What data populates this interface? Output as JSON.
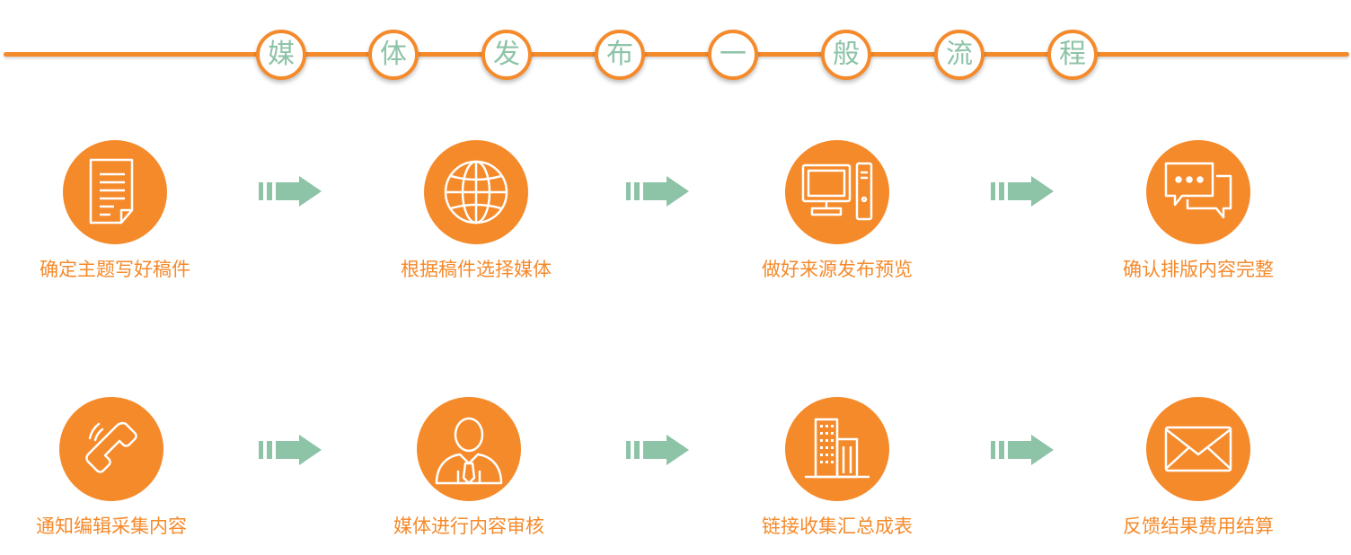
{
  "title": {
    "chars": [
      "媒",
      "体",
      "发",
      "布",
      "一",
      "般",
      "流",
      "程"
    ]
  },
  "steps": [
    {
      "label": "确定主题写好稿件",
      "icon": "document-icon"
    },
    {
      "label": "根据稿件选择媒体",
      "icon": "globe-icon"
    },
    {
      "label": "做好来源发布预览",
      "icon": "computer-icon"
    },
    {
      "label": "确认排版内容完整",
      "icon": "chat-bubbles-icon"
    },
    {
      "label": "通知编辑采集内容",
      "icon": "phone-icon"
    },
    {
      "label": "媒体进行内容审核",
      "icon": "person-icon"
    },
    {
      "label": "链接收集汇总成表",
      "icon": "buildings-icon"
    },
    {
      "label": "反馈结果费用结算",
      "icon": "envelope-icon"
    }
  ],
  "colors": {
    "accent": "#f58a2b",
    "title_text": "#8dc3a7",
    "arrow": "#8dc3a7"
  }
}
